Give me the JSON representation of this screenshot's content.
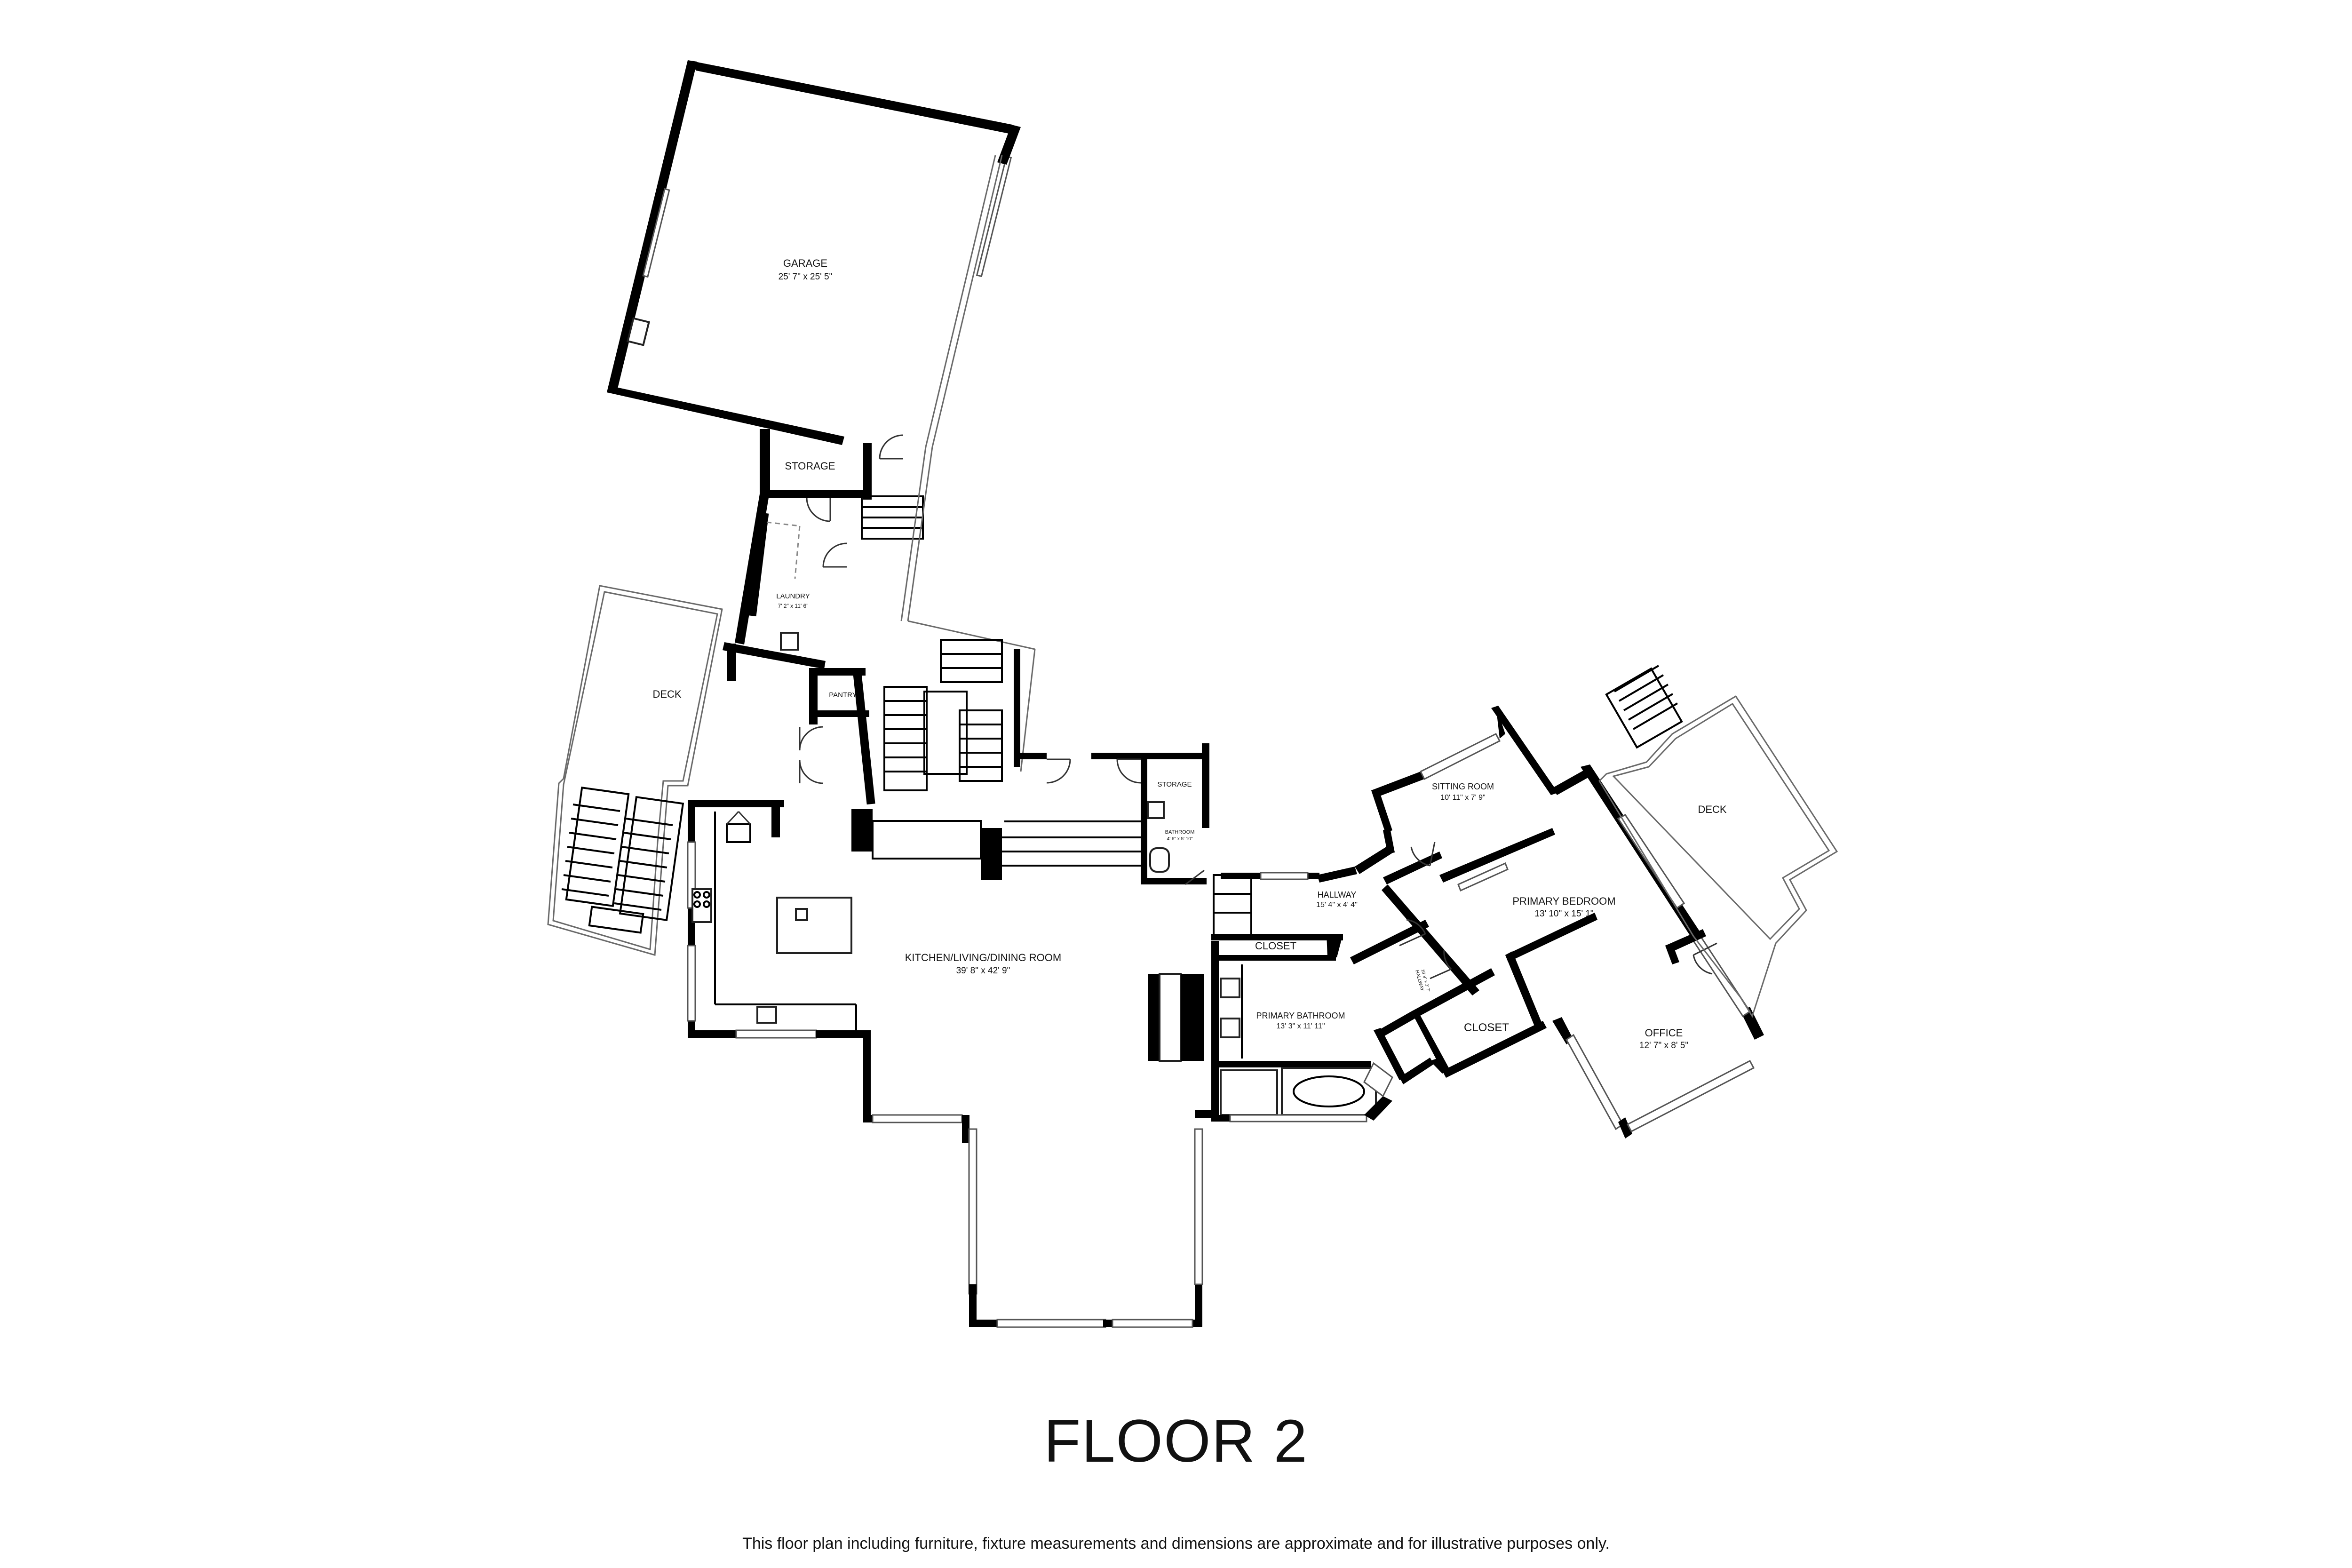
{
  "floor_title": "FLOOR 2",
  "disclaimer": "This floor plan including furniture, fixture measurements and dimensions are approximate and for illustrative purposes only.",
  "rooms": {
    "garage": {
      "name": "GARAGE",
      "dims": "25' 7\" x 25' 5\""
    },
    "storage_top": {
      "name": "STORAGE"
    },
    "laundry": {
      "name": "LAUNDRY",
      "dims": "7' 2\" x 11' 6\""
    },
    "deck_left": {
      "name": "DECK"
    },
    "pantry": {
      "name": "PANTRY"
    },
    "storage_mid": {
      "name": "STORAGE"
    },
    "bathroom": {
      "name": "BATHROOM",
      "dims": "4' 6\" x 5' 10\""
    },
    "kitchen": {
      "name": "KITCHEN/LIVING/DINING ROOM",
      "dims": "39' 8\" x 42' 9\""
    },
    "hallway": {
      "name": "HALLWAY",
      "dims": "15' 4\" x 4' 4\""
    },
    "closet_hall": {
      "name": "CLOSET"
    },
    "sitting_room": {
      "name": "SITTING ROOM",
      "dims": "10' 11\" x 7' 9\""
    },
    "primary_bedroom": {
      "name": "PRIMARY BEDROOM",
      "dims": "13' 10\" x 15' 1\""
    },
    "deck_right": {
      "name": "DECK"
    },
    "primary_bathroom": {
      "name": "PRIMARY BATHROOM",
      "dims": "13' 3\" x 11' 11\""
    },
    "hallway_small": {
      "name": "HALLWAY",
      "dims": "10' 9\" x 3' 7\""
    },
    "closet_bedroom": {
      "name": "CLOSET"
    },
    "office": {
      "name": "OFFICE",
      "dims": "12' 7\" x 8' 5\""
    }
  }
}
